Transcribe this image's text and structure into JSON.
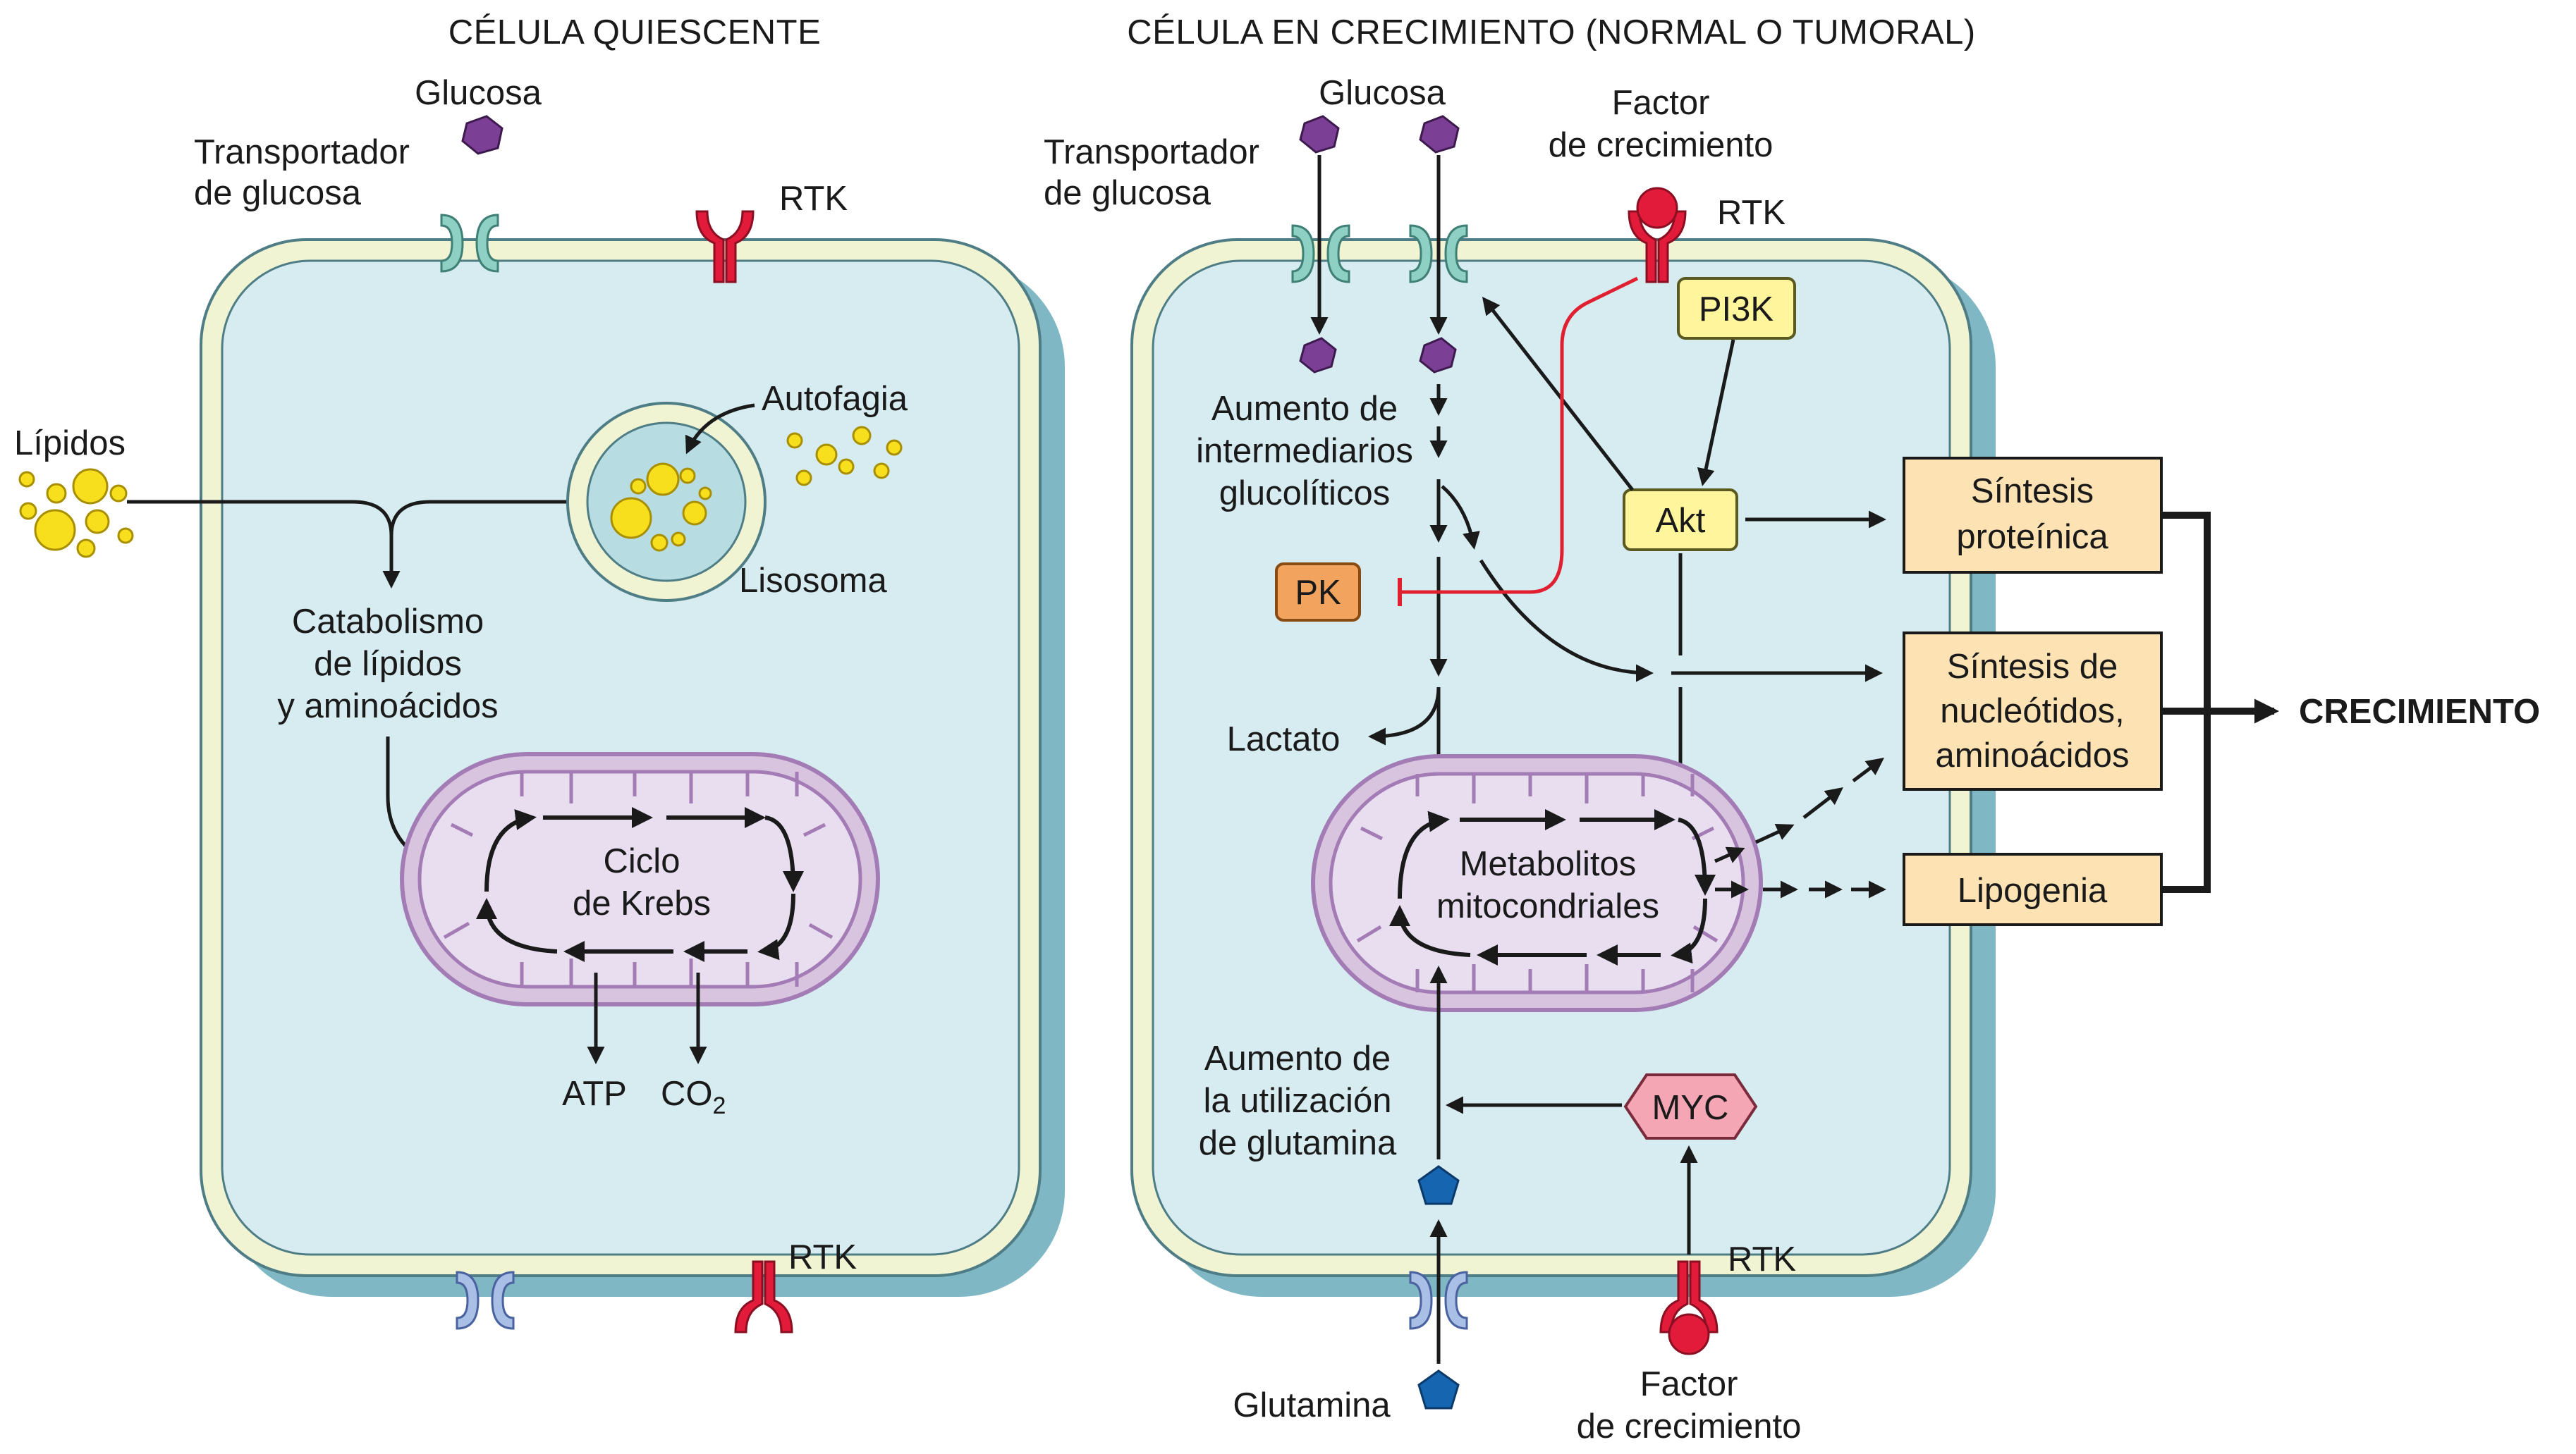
{
  "titles": {
    "quiescent": "CÉLULA QUIESCENTE",
    "growing": "CÉLULA EN CRECIMIENTO (NORMAL O TUMORAL)"
  },
  "left": {
    "glucose": "Glucosa",
    "transporter_1": "Transportador",
    "transporter_2": "de glucosa",
    "rtk_top": "RTK",
    "rtk_bottom": "RTK",
    "lipids": "Lípidos",
    "autophagy": "Autofagia",
    "lysosome": "Lisosoma",
    "catabolism_1": "Catabolismo",
    "catabolism_2": "de lípidos",
    "catabolism_3": "y aminoácidos",
    "krebs_1": "Ciclo",
    "krebs_2": "de Krebs",
    "atp": "ATP",
    "co2": "CO",
    "co2_sub": "2"
  },
  "right": {
    "glucose": "Glucosa",
    "transporter_1": "Transportador",
    "transporter_2": "de glucosa",
    "gf_top_1": "Factor",
    "gf_top_2": "de crecimiento",
    "rtk_top": "RTK",
    "pi3k": "PI3K",
    "akt": "Akt",
    "pk": "PK",
    "glycolytic_1": "Aumento de",
    "glycolytic_2": "intermediarios",
    "glycolytic_3": "glucolíticos",
    "lactate": "Lactato",
    "mito_1": "Metabolitos",
    "mito_2": "mitocondriales",
    "glutamine_use_1": "Aumento de",
    "glutamine_use_2": "la utilización",
    "glutamine_use_3": "de glutamina",
    "myc": "MYC",
    "rtk_bottom": "RTK",
    "glutamine": "Glutamina",
    "gf_bottom_1": "Factor",
    "gf_bottom_2": "de crecimiento",
    "protein_1": "Síntesis",
    "protein_2": "proteínica",
    "nucleotide_1": "Síntesis de",
    "nucleotide_2": "nucleótidos,",
    "nucleotide_3": "aminoácidos",
    "lipogenesis": "Lipogenia",
    "growth": "CRECIMIENTO"
  },
  "colors": {
    "cytoplasm": "#d6ecf0",
    "membrane": "#f1f4d3",
    "cell_shadow": "#7fb8c4",
    "mitochondria": "#d9c4e0",
    "mito_border": "#a47cb5",
    "glucose": "#7b3f96",
    "lipid": "#f7df1e",
    "rtk": "#e31b3b",
    "transporter_glucose": "#8fd0c4",
    "transporter_glutamine": "#a9bfe6",
    "glutamine": "#1565b0",
    "pi3k_akt": "#fff59d",
    "pk": "#f2a35e",
    "myc": "#f4a6b4",
    "output_box": "#fde2b3",
    "inhibition": "#e02030"
  }
}
